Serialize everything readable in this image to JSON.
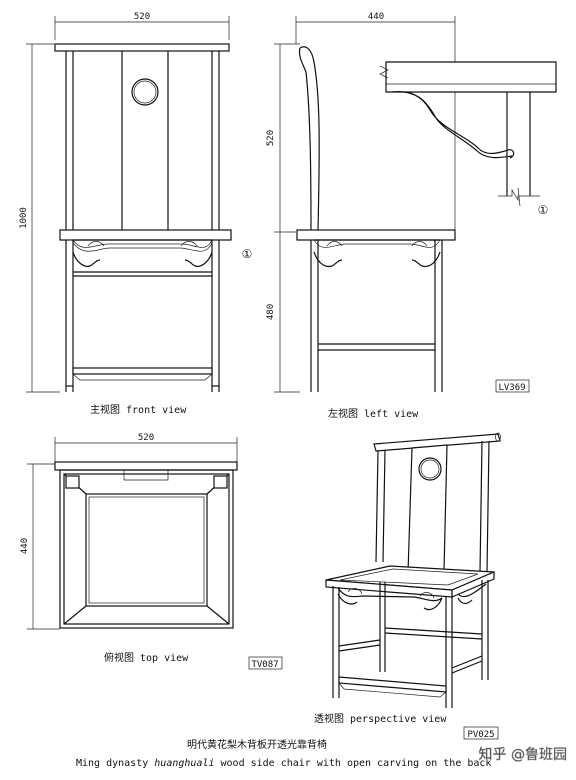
{
  "front_view": {
    "dim_width": "520",
    "dim_height_total": "1000",
    "caption": "主视图  front view",
    "marker": "①"
  },
  "left_view": {
    "dim_depth": "440",
    "dim_back_height": "520",
    "dim_seat_height": "480",
    "code": "LV369"
  },
  "detail": {
    "marker": "①"
  },
  "top_view": {
    "dim_width": "520",
    "dim_depth": "440",
    "caption": "俯视图  top view",
    "code": "TV087"
  },
  "perspective_view": {
    "caption": "透视图  perspective view",
    "code": "PV025"
  },
  "title": {
    "chinese": "明代黄花梨木背板开透光靠背椅",
    "english_prefix": "Ming dynasty ",
    "english_italic": "huanghuali",
    "english_suffix": " wood side chair with open carving on the back"
  },
  "watermark": {
    "text": "知乎 @鲁班园"
  }
}
